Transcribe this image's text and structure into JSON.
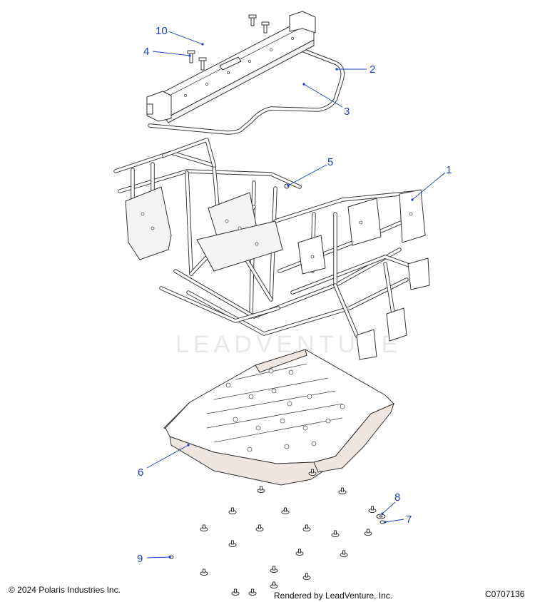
{
  "watermark": "LEADVENTURE",
  "callouts": [
    {
      "id": "10",
      "label": "10"
    },
    {
      "id": "4",
      "label": "4"
    },
    {
      "id": "2",
      "label": "2"
    },
    {
      "id": "3",
      "label": "3"
    },
    {
      "id": "5",
      "label": "5"
    },
    {
      "id": "1",
      "label": "1"
    },
    {
      "id": "6",
      "label": "6"
    },
    {
      "id": "8",
      "label": "8"
    },
    {
      "id": "7",
      "label": "7"
    },
    {
      "id": "9",
      "label": "9"
    }
  ],
  "footer": {
    "copyright": "© 2024 Polaris Industries Inc.",
    "rendered_by": "Rendered by LeadVenture, Inc.",
    "diagram_code": "C0707136"
  },
  "colors": {
    "callout": "#1f3fbf",
    "skid_side": "#efe7df"
  }
}
